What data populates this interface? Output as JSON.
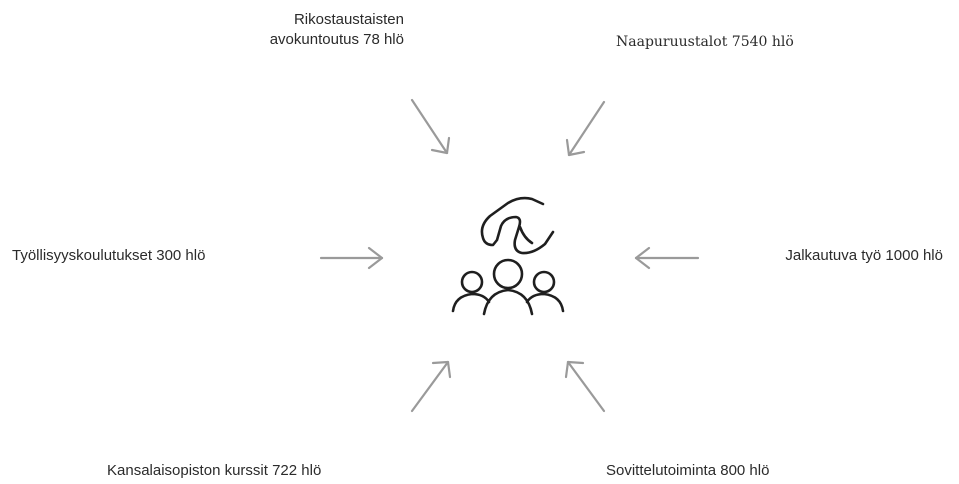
{
  "labels": {
    "top_left_line1": "Rikostaustaisten",
    "top_left_line2": "avokuntoutus  78 hlö",
    "top_right": "Naapuruustalot 7540 hlö",
    "left": "Työllisyyskoulutukset 300 hlö",
    "right": "Jalkautuva työ 1000 hlö",
    "bottom_left": "Kansalaisopiston kurssit 722 hlö",
    "bottom_right": "Sovittelutoiminta 800 hlö"
  },
  "center_icon": "hand-over-group-icon",
  "colors": {
    "arrow": "#9a9a9a",
    "icon": "#1f1f1f",
    "text": "#2b2b2b"
  }
}
